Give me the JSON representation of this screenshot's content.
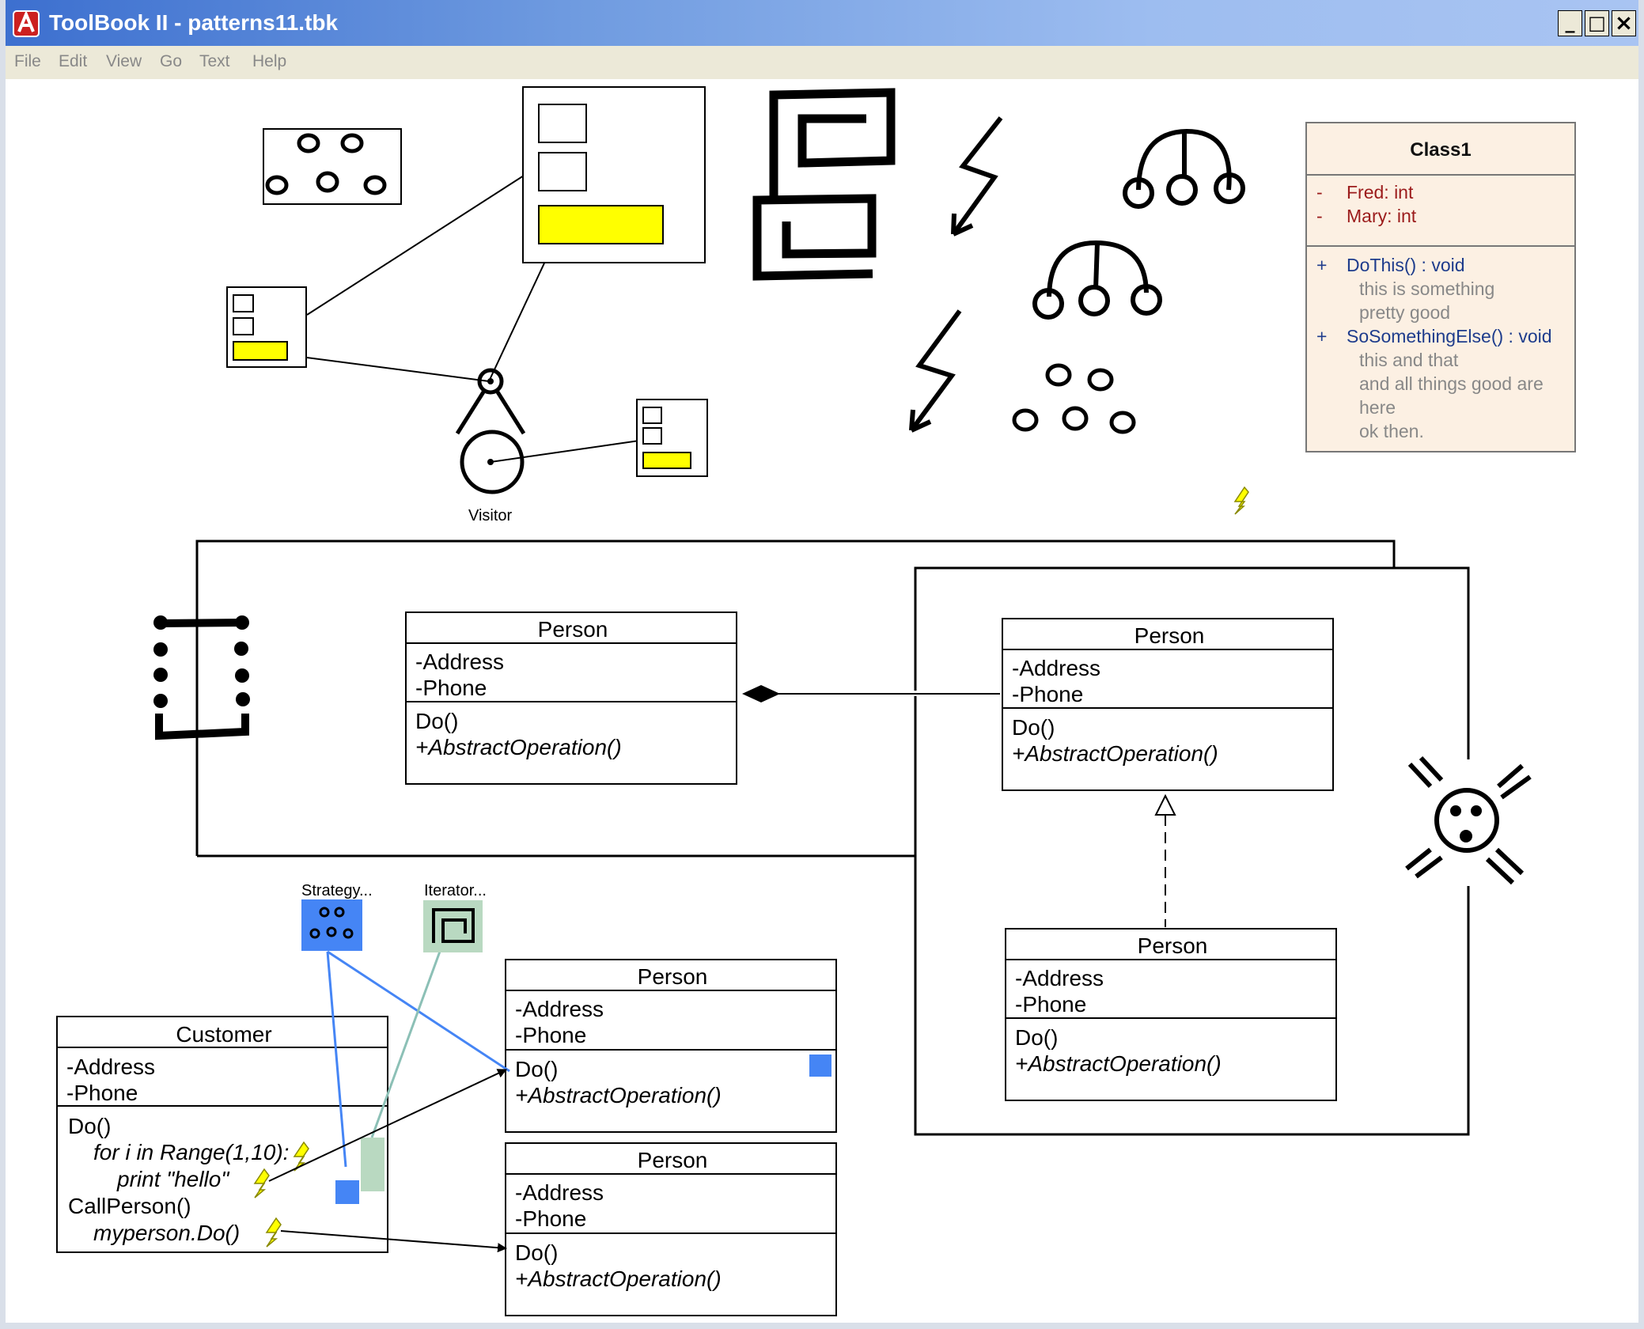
{
  "window": {
    "title": "ToolBook II - patterns11.tbk",
    "minimize_glyph": "_",
    "maximize_glyph": "□",
    "close_glyph": "×"
  },
  "menu": [
    "File",
    "Edit",
    "View",
    "Go",
    "Text",
    "Help"
  ],
  "palette": {
    "yellow": "#ffff00",
    "blue": "#4585f5",
    "green": "#b9d9c1",
    "note_bg": "#fcf0e3",
    "attr_red": "#9b1b1b",
    "op_blue": "#1e3c8c"
  },
  "labels": {
    "visitor": "Visitor",
    "strategy": "Strategy...",
    "iterator": "Iterator..."
  },
  "class1": {
    "name": "Class1",
    "attributes": [
      {
        "vis": "-",
        "text": "Fred:  int"
      },
      {
        "vis": "-",
        "text": "Mary:  int"
      }
    ],
    "operations": [
      {
        "vis": "+",
        "text": "DoThis() : void",
        "notes": [
          "this is something",
          "pretty good"
        ]
      },
      {
        "vis": "+",
        "text": "SoSomethingElse() : void",
        "notes": [
          "this and that",
          "and all things good are",
          "here",
          "ok then."
        ]
      }
    ]
  },
  "person": {
    "name": "Person",
    "attrs": [
      "-Address",
      "-Phone"
    ],
    "op1": "Do()",
    "op2": "+AbstractOperation()"
  },
  "customer": {
    "name": "Customer",
    "attrs": [
      "-Address",
      "-Phone"
    ],
    "ops": [
      {
        "text": "Do()",
        "italic": false
      },
      {
        "text": "for i in Range(1,10):",
        "italic": true
      },
      {
        "text": "print \"hello\"",
        "italic": true
      },
      {
        "text": "CallPerson()",
        "italic": false
      },
      {
        "text": "myperson.Do()",
        "italic": true
      }
    ]
  },
  "icons": [
    "toolbook-app-icon",
    "visitor-figure-icon",
    "dots-cluster-icon",
    "square-spiral-icon",
    "lightning-icon",
    "tree-icon",
    "sun-face-icon",
    "bracket-dots-icon"
  ]
}
